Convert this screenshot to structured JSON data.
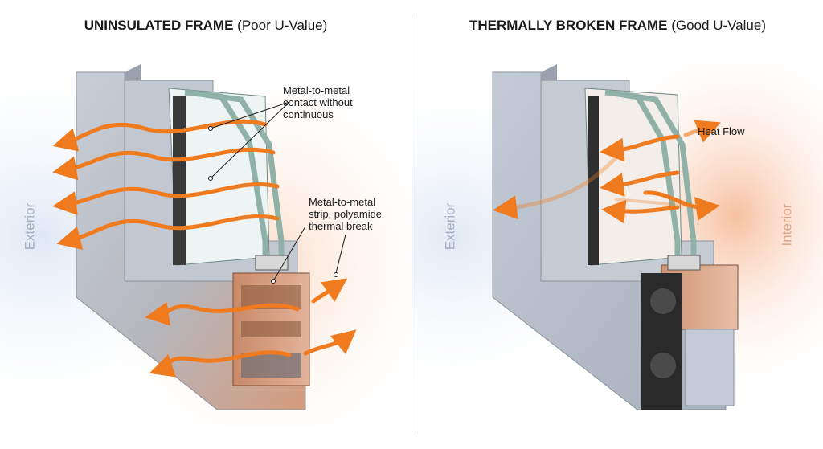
{
  "left_panel": {
    "title_bold": "UNINSULATED FRAME",
    "title_light": "(Poor U-Value)",
    "callout_1": [
      "Metal-to-metal",
      "contact without",
      "continuous"
    ],
    "callout_2": [
      "Metal-to-metal",
      "strip, polyamide",
      "thermal break"
    ],
    "side_label": "Exterior"
  },
  "right_panel": {
    "title_bold": "THERMALLY BROKEN FRAME",
    "title_light": "(Good U-Value)",
    "heat_flow_label": "Heat Flow",
    "side_label_left": "Exterior",
    "side_label_right": "Interior"
  },
  "colors": {
    "arrow": "#f07a1e",
    "frame": "#a9b3c0",
    "glass": "#9dbfb5",
    "thermal_break": "#2a2a2a",
    "exterior_text": "#a3b0c4",
    "interior_text": "#e3a58a"
  }
}
